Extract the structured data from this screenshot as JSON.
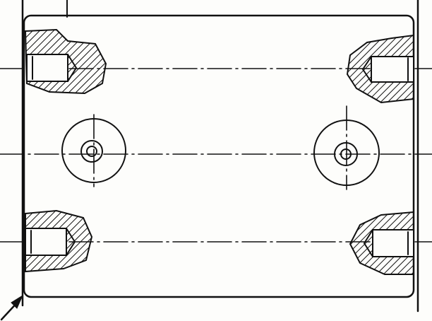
{
  "drawing": {
    "type": "mechanical-part-section",
    "line_color": "#111111",
    "paper_color": "#fdfdfb",
    "threaded_holes": 4,
    "counterbored_holes": 2
  }
}
